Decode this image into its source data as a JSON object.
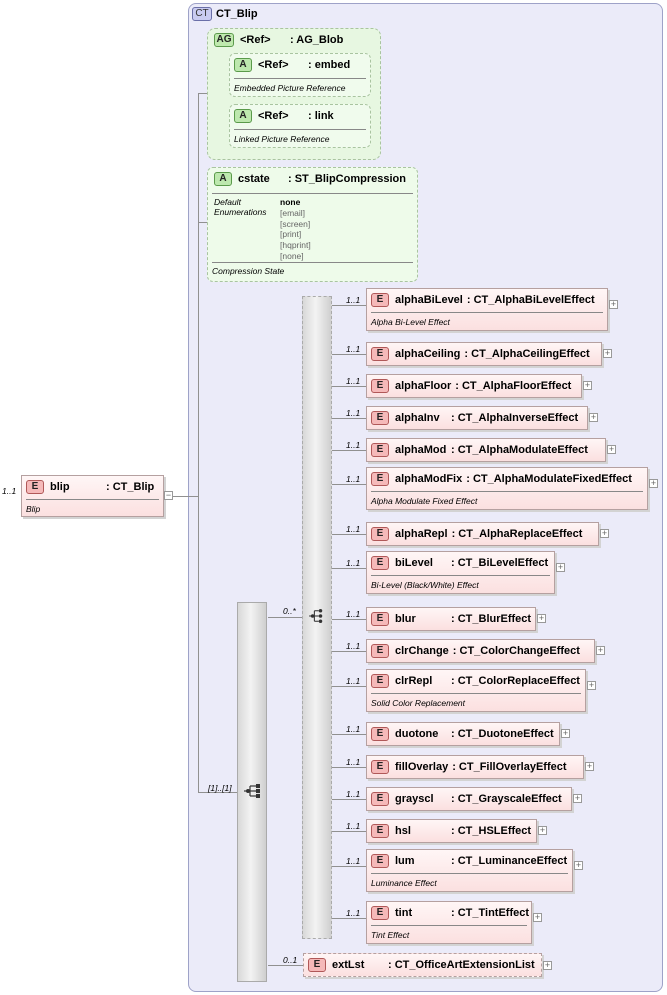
{
  "complex_type": {
    "tag": "CT",
    "name": "CT_Blip"
  },
  "root": {
    "card": "1..1",
    "tag": "E",
    "name": "blip",
    "type": ": CT_Blip",
    "doc": "Blip"
  },
  "attr_group": {
    "tag": "AG",
    "name": "<Ref>",
    "type": ": AG_Blob",
    "attrs": [
      {
        "tag": "A",
        "name": "<Ref>",
        "type": ": embed",
        "doc": "Embedded Picture Reference"
      },
      {
        "tag": "A",
        "name": "<Ref>",
        "type": ": link",
        "doc": "Linked Picture Reference"
      }
    ]
  },
  "cstate": {
    "tag": "A",
    "name": "cstate",
    "type": ": ST_BlipCompression",
    "default_label": "Default",
    "enum_label": "Enumerations",
    "default_value": "none",
    "enums": [
      "[email]",
      "[screen]",
      "[print]",
      "[hqprint]",
      "[none]"
    ],
    "doc": "Compression State"
  },
  "outer_sequence": {
    "card": "[1]..[1]"
  },
  "choice": {
    "card": "0..*"
  },
  "choice_elements": [
    {
      "card": "1..1",
      "tag": "E",
      "name": "alphaBiLevel",
      "type": ": CT_AlphaBiLevelEffect",
      "doc": "Alpha Bi-Level Effect"
    },
    {
      "card": "1..1",
      "tag": "E",
      "name": "alphaCeiling",
      "type": ": CT_AlphaCeilingEffect",
      "doc": ""
    },
    {
      "card": "1..1",
      "tag": "E",
      "name": "alphaFloor",
      "type": ": CT_AlphaFloorEffect",
      "doc": ""
    },
    {
      "card": "1..1",
      "tag": "E",
      "name": "alphaInv",
      "type": ": CT_AlphaInverseEffect",
      "doc": ""
    },
    {
      "card": "1..1",
      "tag": "E",
      "name": "alphaMod",
      "type": ": CT_AlphaModulateEffect",
      "doc": ""
    },
    {
      "card": "1..1",
      "tag": "E",
      "name": "alphaModFix",
      "type": ": CT_AlphaModulateFixedEffect",
      "doc": "Alpha Modulate Fixed Effect"
    },
    {
      "card": "1..1",
      "tag": "E",
      "name": "alphaRepl",
      "type": ": CT_AlphaReplaceEffect",
      "doc": ""
    },
    {
      "card": "1..1",
      "tag": "E",
      "name": "biLevel",
      "type": ": CT_BiLevelEffect",
      "doc": "Bi-Level (Black/White) Effect"
    },
    {
      "card": "1..1",
      "tag": "E",
      "name": "blur",
      "type": ": CT_BlurEffect",
      "doc": ""
    },
    {
      "card": "1..1",
      "tag": "E",
      "name": "clrChange",
      "type": ": CT_ColorChangeEffect",
      "doc": ""
    },
    {
      "card": "1..1",
      "tag": "E",
      "name": "clrRepl",
      "type": ": CT_ColorReplaceEffect",
      "doc": "Solid Color Replacement"
    },
    {
      "card": "1..1",
      "tag": "E",
      "name": "duotone",
      "type": ": CT_DuotoneEffect",
      "doc": ""
    },
    {
      "card": "1..1",
      "tag": "E",
      "name": "fillOverlay",
      "type": ": CT_FillOverlayEffect",
      "doc": ""
    },
    {
      "card": "1..1",
      "tag": "E",
      "name": "grayscl",
      "type": ": CT_GrayscaleEffect",
      "doc": ""
    },
    {
      "card": "1..1",
      "tag": "E",
      "name": "hsl",
      "type": ": CT_HSLEffect",
      "doc": ""
    },
    {
      "card": "1..1",
      "tag": "E",
      "name": "lum",
      "type": ": CT_LuminanceEffect",
      "doc": "Luminance Effect"
    },
    {
      "card": "1..1",
      "tag": "E",
      "name": "tint",
      "type": ": CT_TintEffect",
      "doc": "Tint Effect"
    }
  ],
  "extlst": {
    "card": "0..1",
    "tag": "E",
    "name": "extLst",
    "type": ": CT_OfficeArtExtensionList"
  },
  "colors": {
    "element_fill": "#fbe0e0",
    "attribute_fill": "#e7f7e1",
    "complex_type_fill": "#ebebf9"
  }
}
